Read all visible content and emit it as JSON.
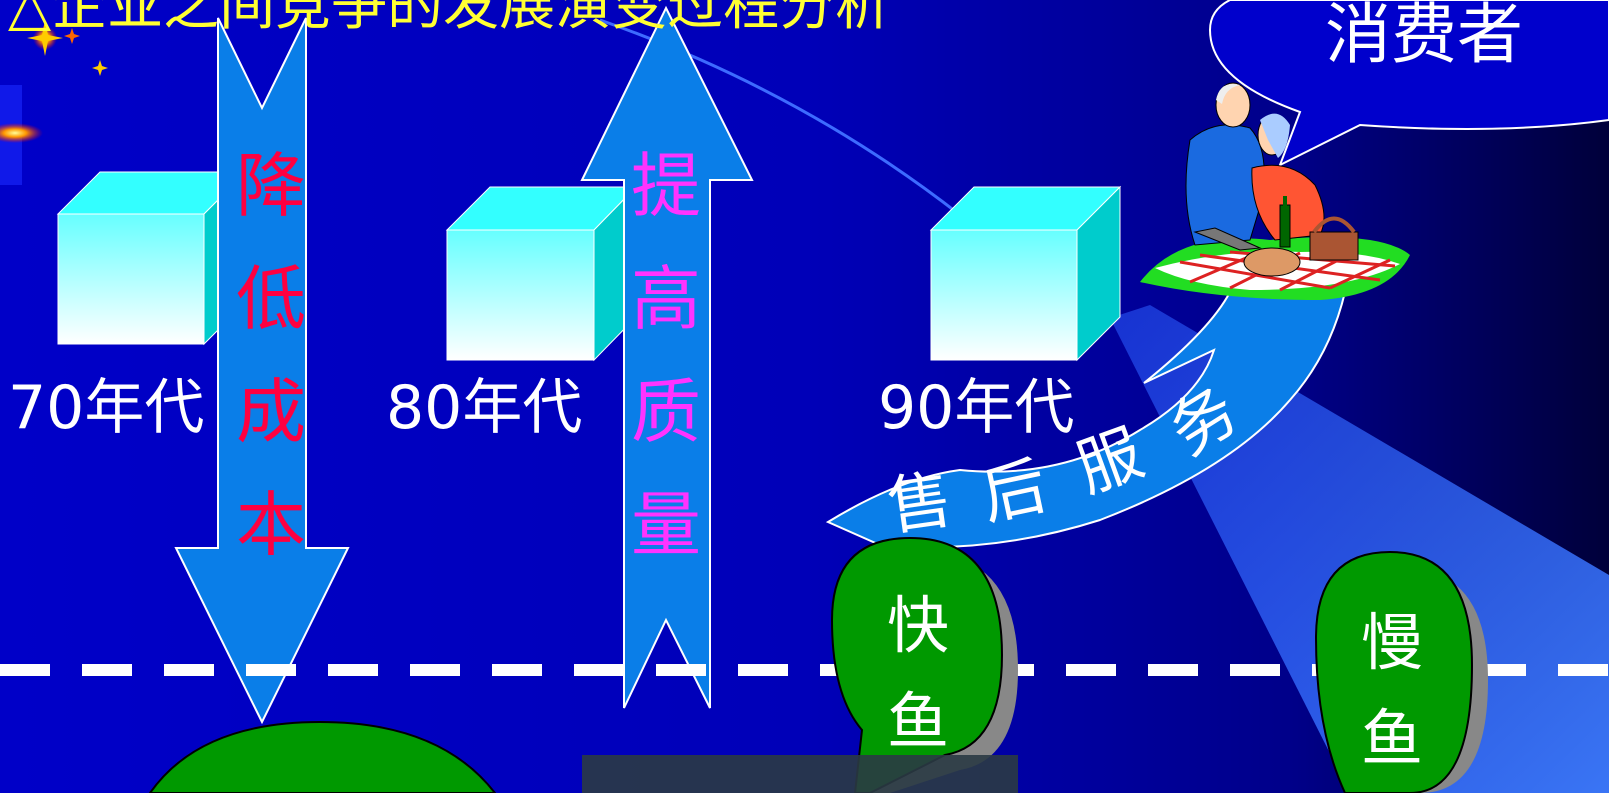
{
  "slide": {
    "title": "△企业之间竞争的发展演变过程分析",
    "decades": [
      "70年代",
      "80年代",
      "90年代"
    ],
    "reduce_cost": [
      "降",
      "低",
      "成",
      "本"
    ],
    "improve_quality": [
      "提",
      "高",
      "质",
      "量"
    ],
    "after_sales_service": [
      "售",
      "后",
      "服",
      "务"
    ],
    "consumer": "消费者",
    "fast_fish": [
      "快",
      "鱼"
    ],
    "slow_fish": [
      "慢",
      "鱼"
    ]
  },
  "colors": {
    "background": "#0000c8",
    "title": "#ffff33",
    "reduce_cost_text": "#ff0040",
    "improve_quality_text": "#ff33ff",
    "arrow_fill": "#0a7ee8",
    "cube_front": "#e8ffff",
    "cube_top": "#33ffff",
    "cube_side": "#00cccc",
    "bubble_green": "#008c00",
    "divider": "#ffffff"
  },
  "icons": [
    "sparkle-icon",
    "couple-picnic-illustration"
  ]
}
